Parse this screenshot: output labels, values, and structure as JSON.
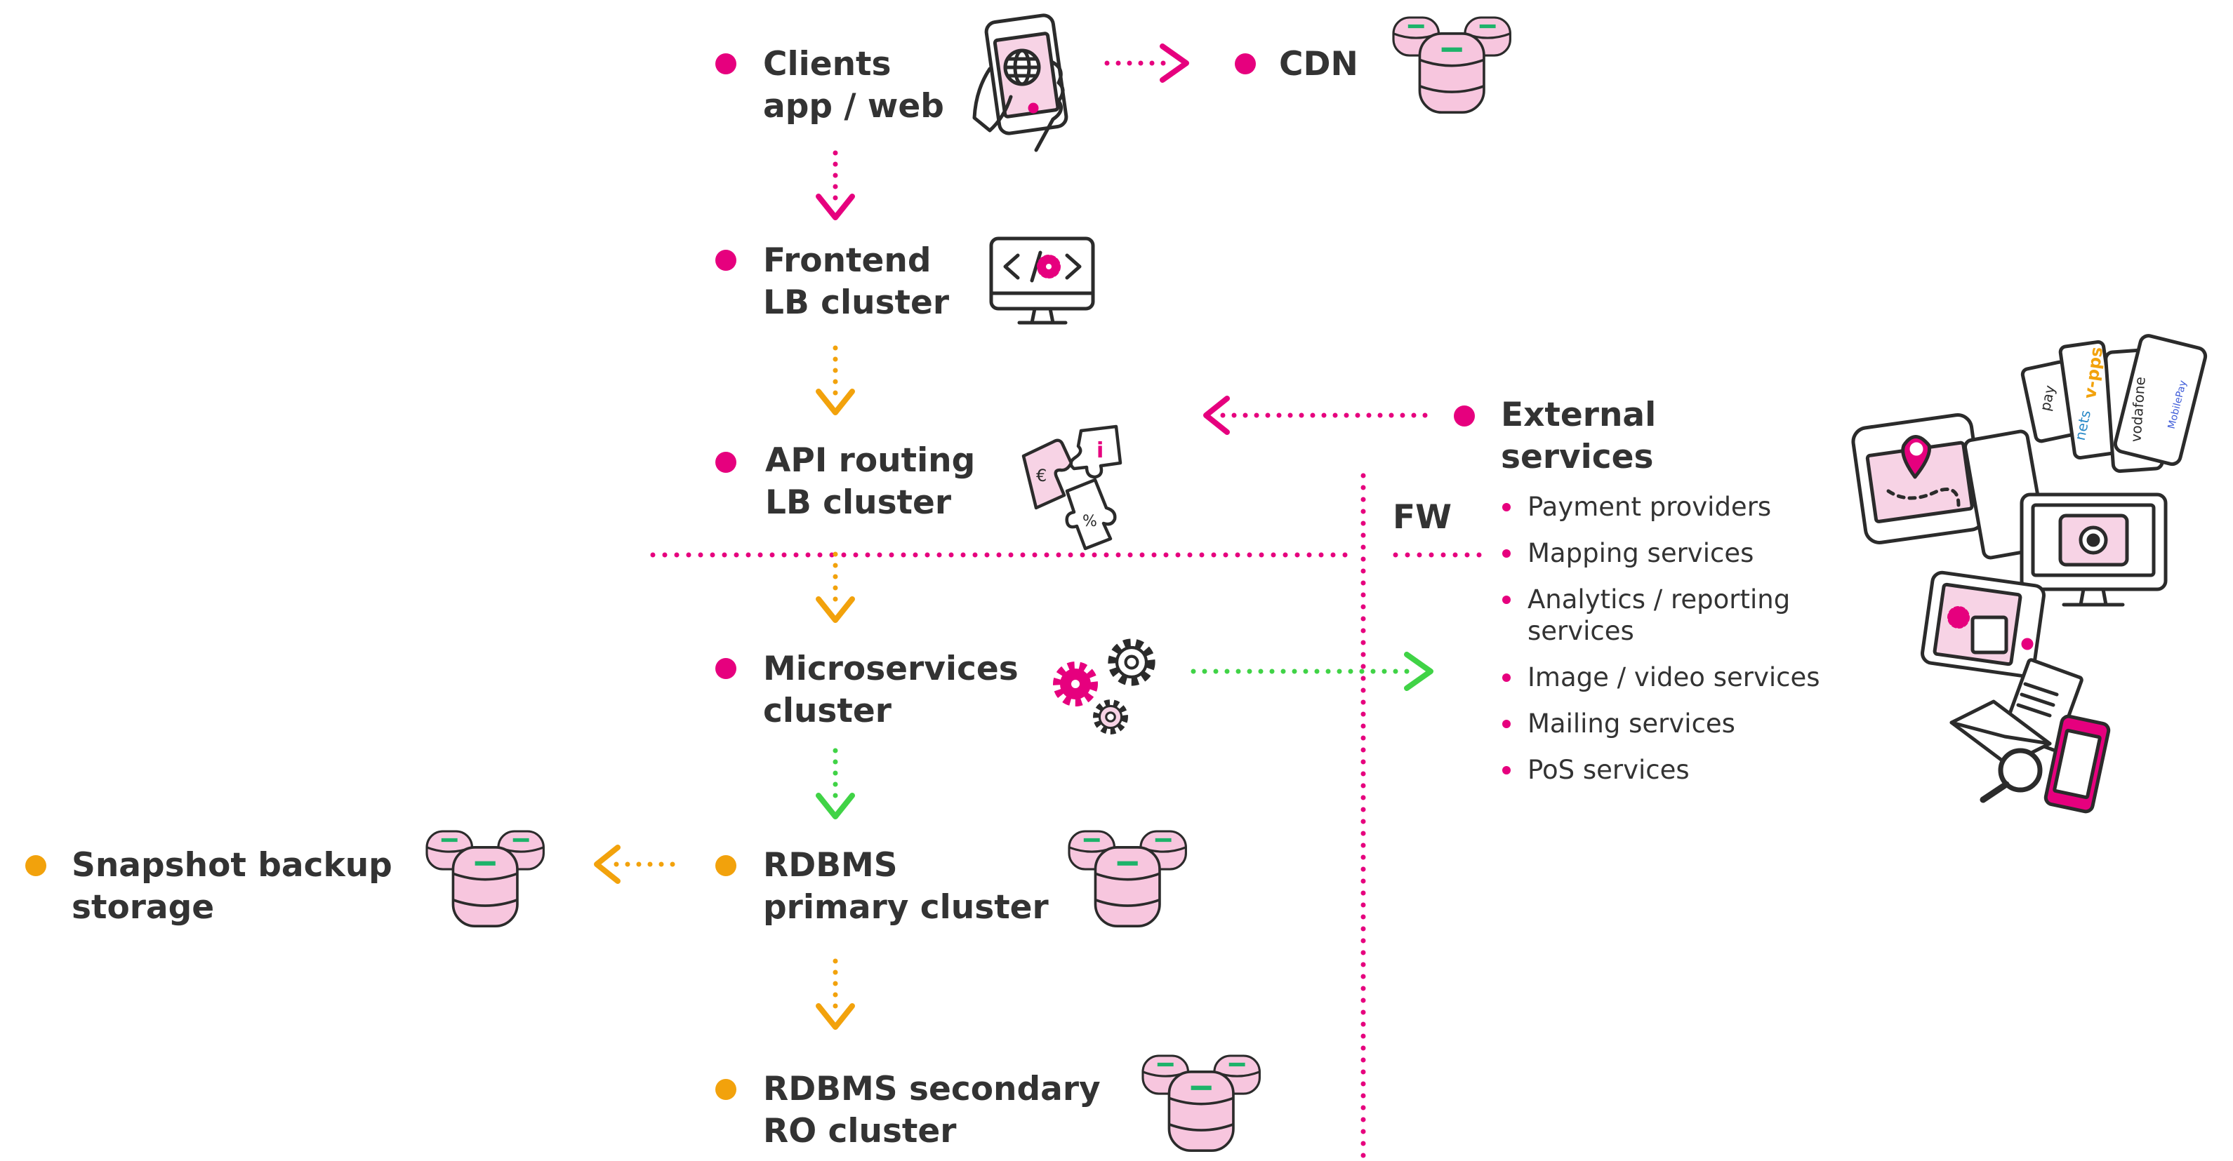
{
  "colors": {
    "magenta": "#e6007e",
    "orange": "#f2a20c",
    "green": "#40d346",
    "text": "#333333",
    "db_fill": "#f7c6de",
    "outline": "#2b2b2b"
  },
  "nodes": {
    "clients": {
      "line1": "Clients",
      "line2": "app / web",
      "icon": "smartphone-web-icon"
    },
    "cdn": {
      "line1": "CDN",
      "icon": "database-cluster-icon"
    },
    "frontend": {
      "line1": "Frontend",
      "line2": "LB cluster",
      "icon": "monitor-code-icon"
    },
    "api": {
      "line1": "API routing",
      "line2": "LB cluster",
      "icon": "puzzle-pieces-icon"
    },
    "micro": {
      "line1": "Microservices",
      "line2": "cluster",
      "icon": "gears-icon"
    },
    "rdbms_primary": {
      "line1": "RDBMS",
      "line2": "primary cluster",
      "icon": "database-cluster-icon"
    },
    "rdbms_secondary": {
      "line1": "RDBMS secondary",
      "line2": "RO cluster",
      "icon": "database-cluster-icon"
    },
    "snapshot": {
      "line1": "Snapshot backup",
      "line2": "storage",
      "icon": "database-cluster-icon"
    },
    "external": {
      "line1": "External",
      "line2": "services",
      "icon": "devices-collage-icon"
    }
  },
  "firewall": {
    "label": "FW"
  },
  "external_services": [
    {
      "line1": "Payment providers"
    },
    {
      "line1": "Mapping services"
    },
    {
      "line1": "Analytics / reporting",
      "line2": "services"
    },
    {
      "line1": "Image / video services"
    },
    {
      "line1": "Mailing services"
    },
    {
      "line1": "PoS services"
    }
  ],
  "payment_brands": [
    "pay",
    "nets",
    "v-pps",
    "vodafone",
    "MobilePay"
  ]
}
